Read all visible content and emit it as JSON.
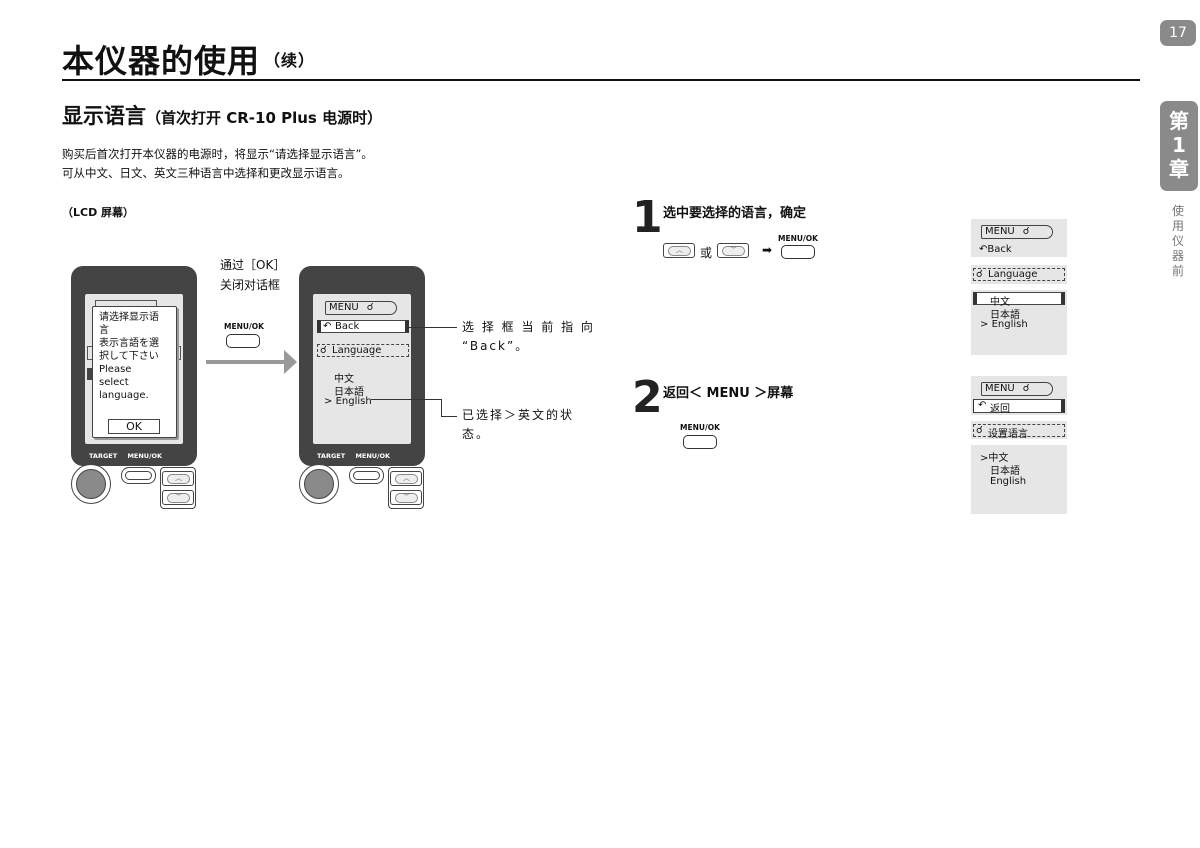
{
  "page_number": "17",
  "header": {
    "title": "本仪器的使用",
    "title_suffix": "（续）"
  },
  "section": {
    "title": "显示语言",
    "subtitle": "（首次打开 CR-10 Plus 电源时）"
  },
  "intro": {
    "line1": "购买后首次打开本仪器的电源时，将显示“请选择显示语言”。",
    "line2": "可从中文、日文、英文三种语言中选择和更改显示语言。"
  },
  "lcd_label": "（LCD 屏幕）",
  "chapter": {
    "tab": [
      "第",
      "1",
      "章"
    ],
    "side": [
      "使",
      "用",
      "仪",
      "器",
      "前"
    ]
  },
  "device_labels": {
    "target": "TARGET",
    "menu_ok": "MENU/OK"
  },
  "dialog": {
    "line1": "请选择显示语",
    "line2": "言",
    "line3": "表示言語を選",
    "line4": "択して下さい",
    "line5": "Please",
    "line6": "select",
    "line7": "language.",
    "ok": "OK"
  },
  "ok_hint": {
    "line1": "通过［OK］",
    "line2": "关闭对话框"
  },
  "menu_ok_label": "MENU/OK",
  "screen_en": {
    "menu": "MENU",
    "back": "Back",
    "language": "Language",
    "opt1": "中文",
    "opt2": "日本語",
    "opt3": "English"
  },
  "callouts": {
    "back_line1": "选 择 框 当 前 指 向",
    "back_line2": "“Back”。",
    "english_line1": "已选择＞英文的状",
    "english_line2": "态。"
  },
  "step1": {
    "num": "1",
    "text": "选中要选择的语言，确定",
    "or": "或",
    "arrow": "➡"
  },
  "step2": {
    "num": "2",
    "text": "返回＜ MENU ＞屏幕"
  },
  "screen_cn": {
    "menu": "MENU",
    "back": "返回",
    "language": "设置语言",
    "opt1": "中文",
    "opt2": "日本語",
    "opt3": "English"
  },
  "icons": [
    "back-arrow-icon",
    "language-icon",
    "up-arrow-icon",
    "down-arrow-icon",
    "right-arrow-icon"
  ]
}
